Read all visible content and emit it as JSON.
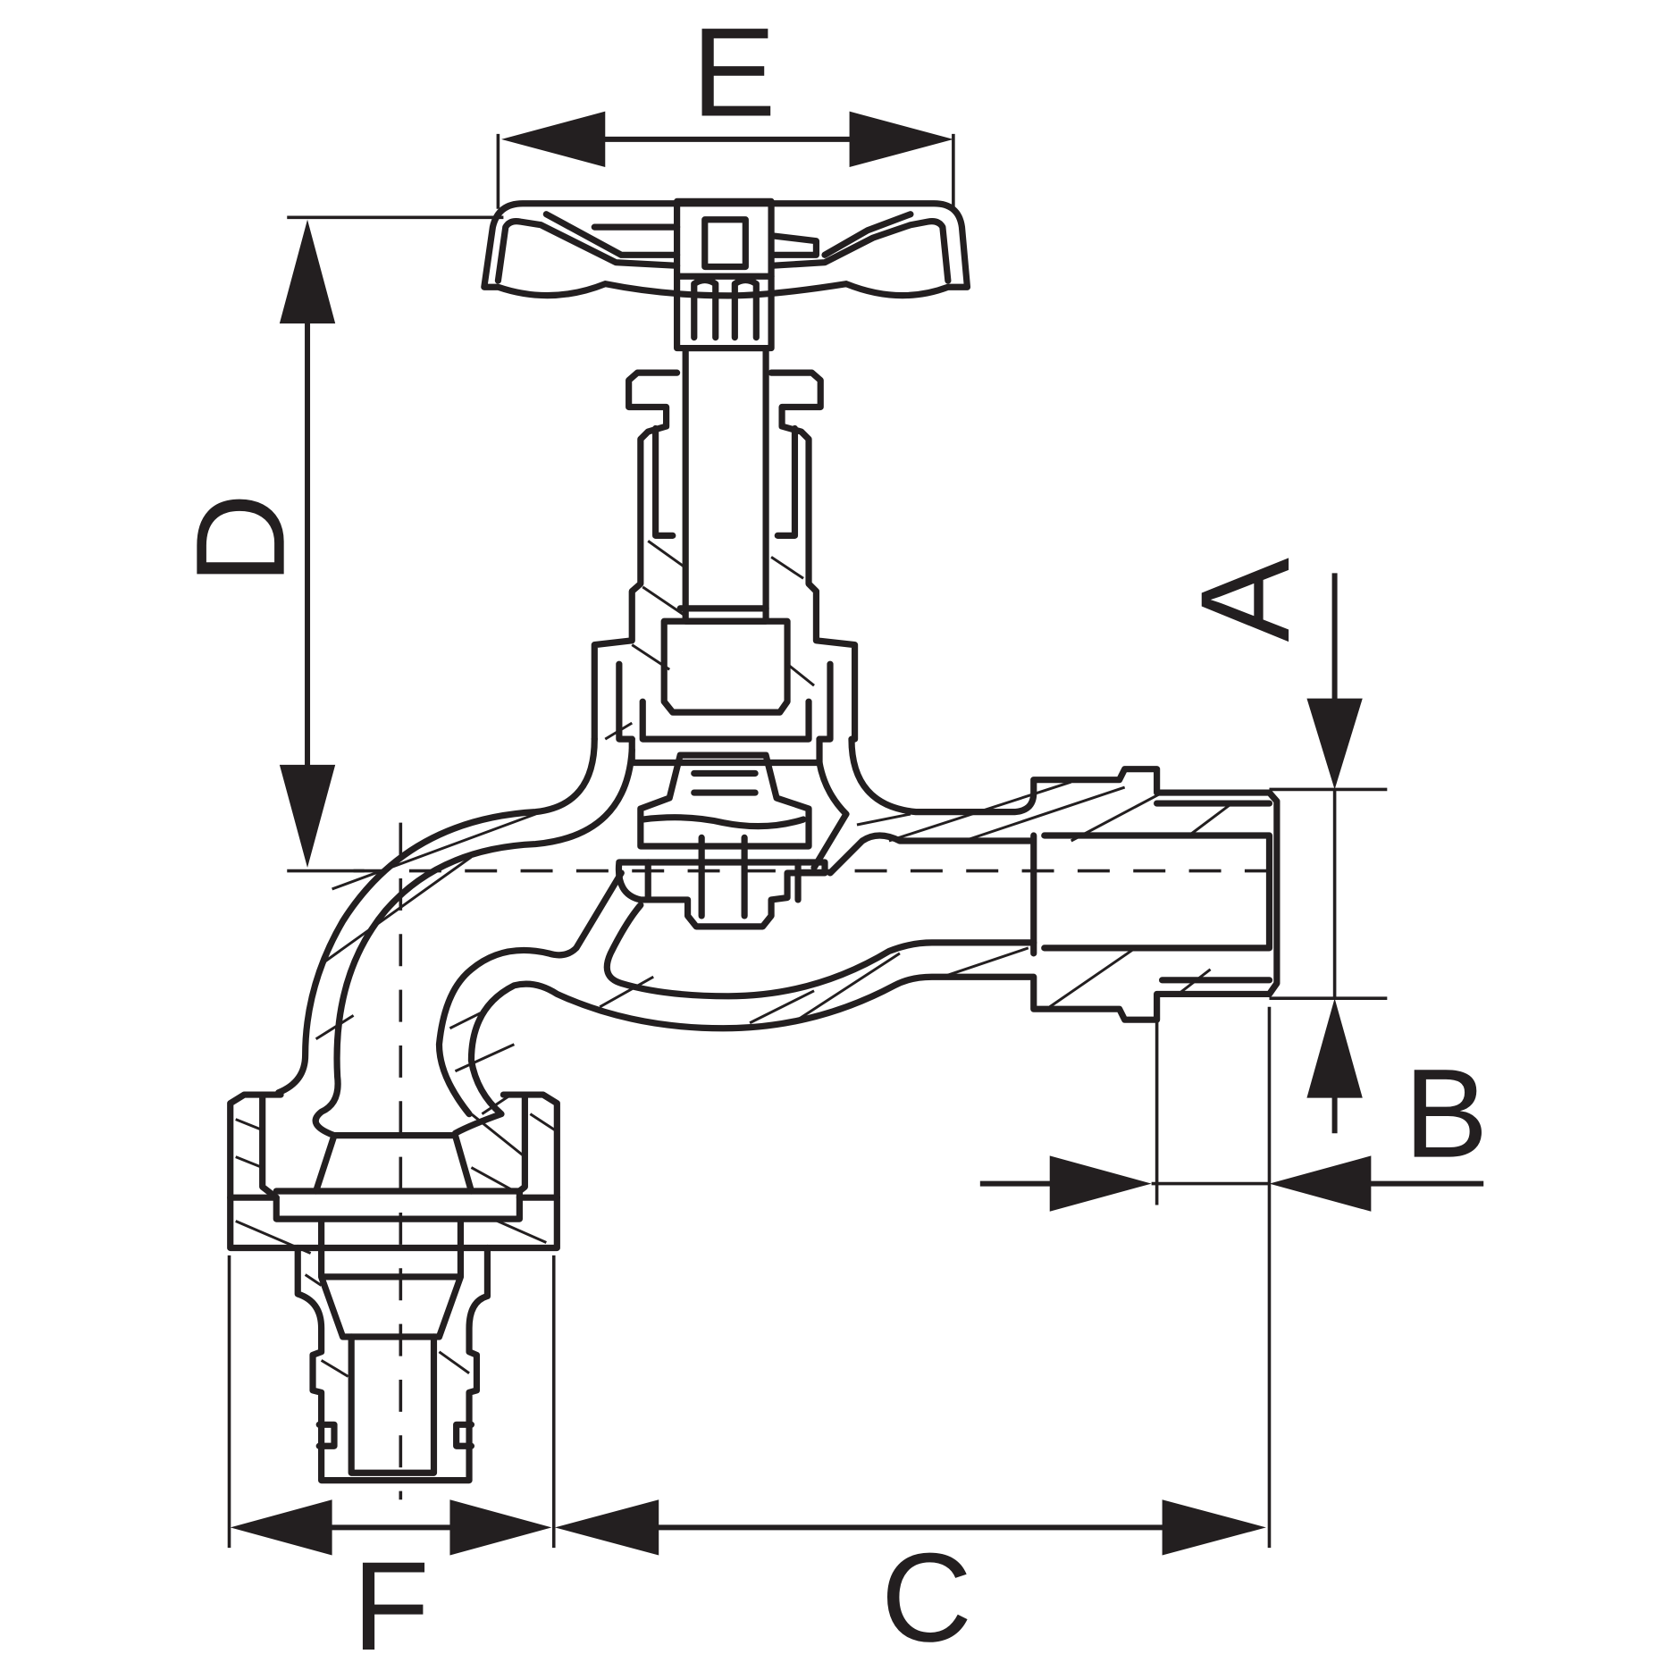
{
  "diagram": {
    "dimension_labels": {
      "a": "A",
      "b": "B",
      "c": "C",
      "d": "D",
      "e": "E",
      "f": "F"
    },
    "colors": {
      "line": "#231f20",
      "background": "#ffffff"
    }
  }
}
